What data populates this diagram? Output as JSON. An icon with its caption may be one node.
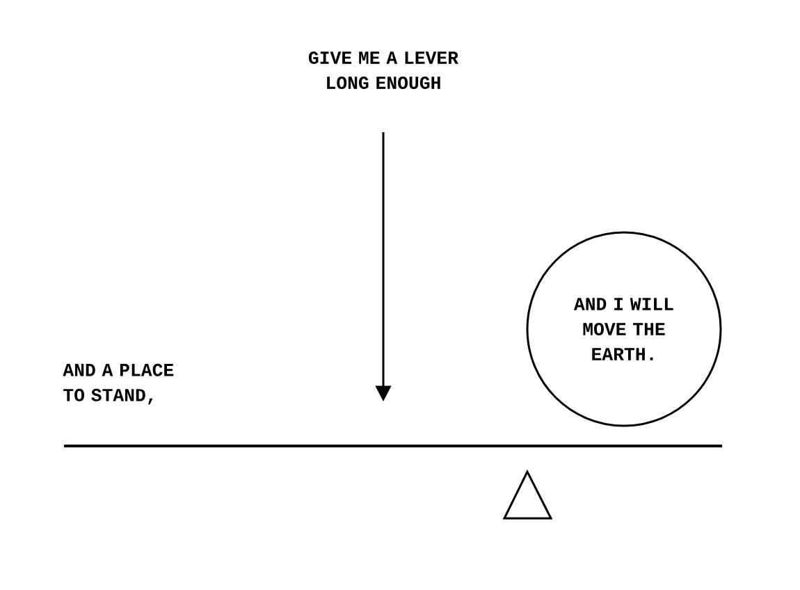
{
  "diagram": {
    "nodes": [
      {
        "text": [
          "AND I WILL MOVE THE EARTH."
        ]
      }
    ],
    "labels": [
      "GIVE ME A LEVER LONG ENOUGH",
      "AND A PLACE TO STAND,"
    ]
  }
}
